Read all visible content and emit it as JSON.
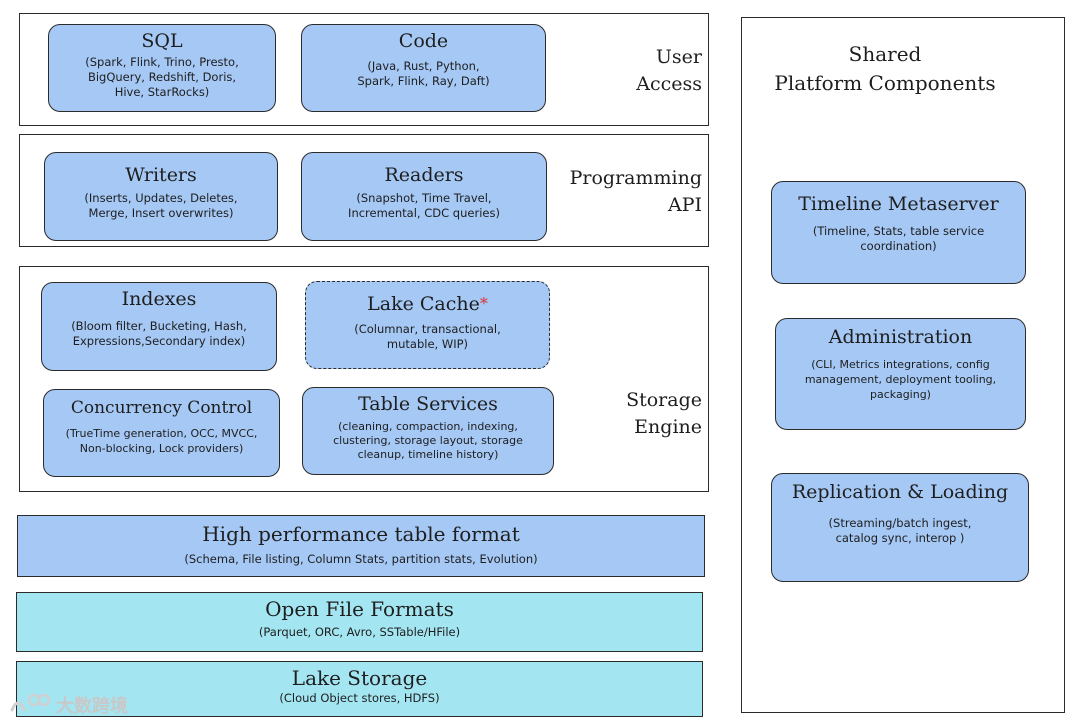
{
  "user_access": {
    "label": "User\nAccess",
    "sql": {
      "title": "SQL",
      "desc": "(Spark, Flink, Trino, Presto,\nBigQuery, Redshift, Doris,\nHive, StarRocks)"
    },
    "code": {
      "title": "Code",
      "desc": "(Java, Rust, Python,\nSpark, Flink, Ray, Daft)"
    }
  },
  "programming_api": {
    "label": "Programming\nAPI",
    "writers": {
      "title": "Writers",
      "desc": "(Inserts, Updates, Deletes,\nMerge, Insert overwrites)"
    },
    "readers": {
      "title": "Readers",
      "desc": "(Snapshot, Time Travel,\nIncremental, CDC queries)"
    }
  },
  "storage_engine": {
    "label": "Storage\nEngine",
    "indexes": {
      "title": "Indexes",
      "desc": "(Bloom filter, Bucketing, Hash,\nExpressions,Secondary index)"
    },
    "lake_cache": {
      "title": "Lake Cache",
      "marker": "*",
      "desc": "(Columnar, transactional,\nmutable, WIP)"
    },
    "concurrency": {
      "title": "Concurrency Control",
      "desc": "(TrueTime generation, OCC, MVCC,\nNon-blocking, Lock providers)"
    },
    "table_services": {
      "title": "Table Services",
      "desc": "(cleaning, compaction, indexing,\nclustering, storage layout, storage\ncleanup, timeline history)"
    }
  },
  "table_format": {
    "title": "High performance table format",
    "desc": "(Schema, File listing, Column Stats, partition stats, Evolution)"
  },
  "file_formats": {
    "title": "Open File Formats",
    "desc": "(Parquet, ORC, Avro, SSTable/HFile)"
  },
  "lake_storage": {
    "title": "Lake Storage",
    "desc": "(Cloud Object stores, HDFS)"
  },
  "shared": {
    "title": "Shared\nPlatform Components",
    "timeline": {
      "title": "Timeline Metaserver",
      "desc": "(Timeline, Stats, table service\ncoordination)"
    },
    "administration": {
      "title": "Administration",
      "desc": "(CLI, Metrics integrations, config\nmanagement, deployment tooling,\npackaging)"
    },
    "replication": {
      "title": "Replication & Loading",
      "desc": "(Streaming/batch ingest,\ncatalog sync, interop )"
    }
  },
  "watermark": "大数跨境",
  "colors": {
    "box_blue": "#a5c8f5",
    "box_cyan": "#a3e6f2",
    "marker_red": "#e03131"
  }
}
